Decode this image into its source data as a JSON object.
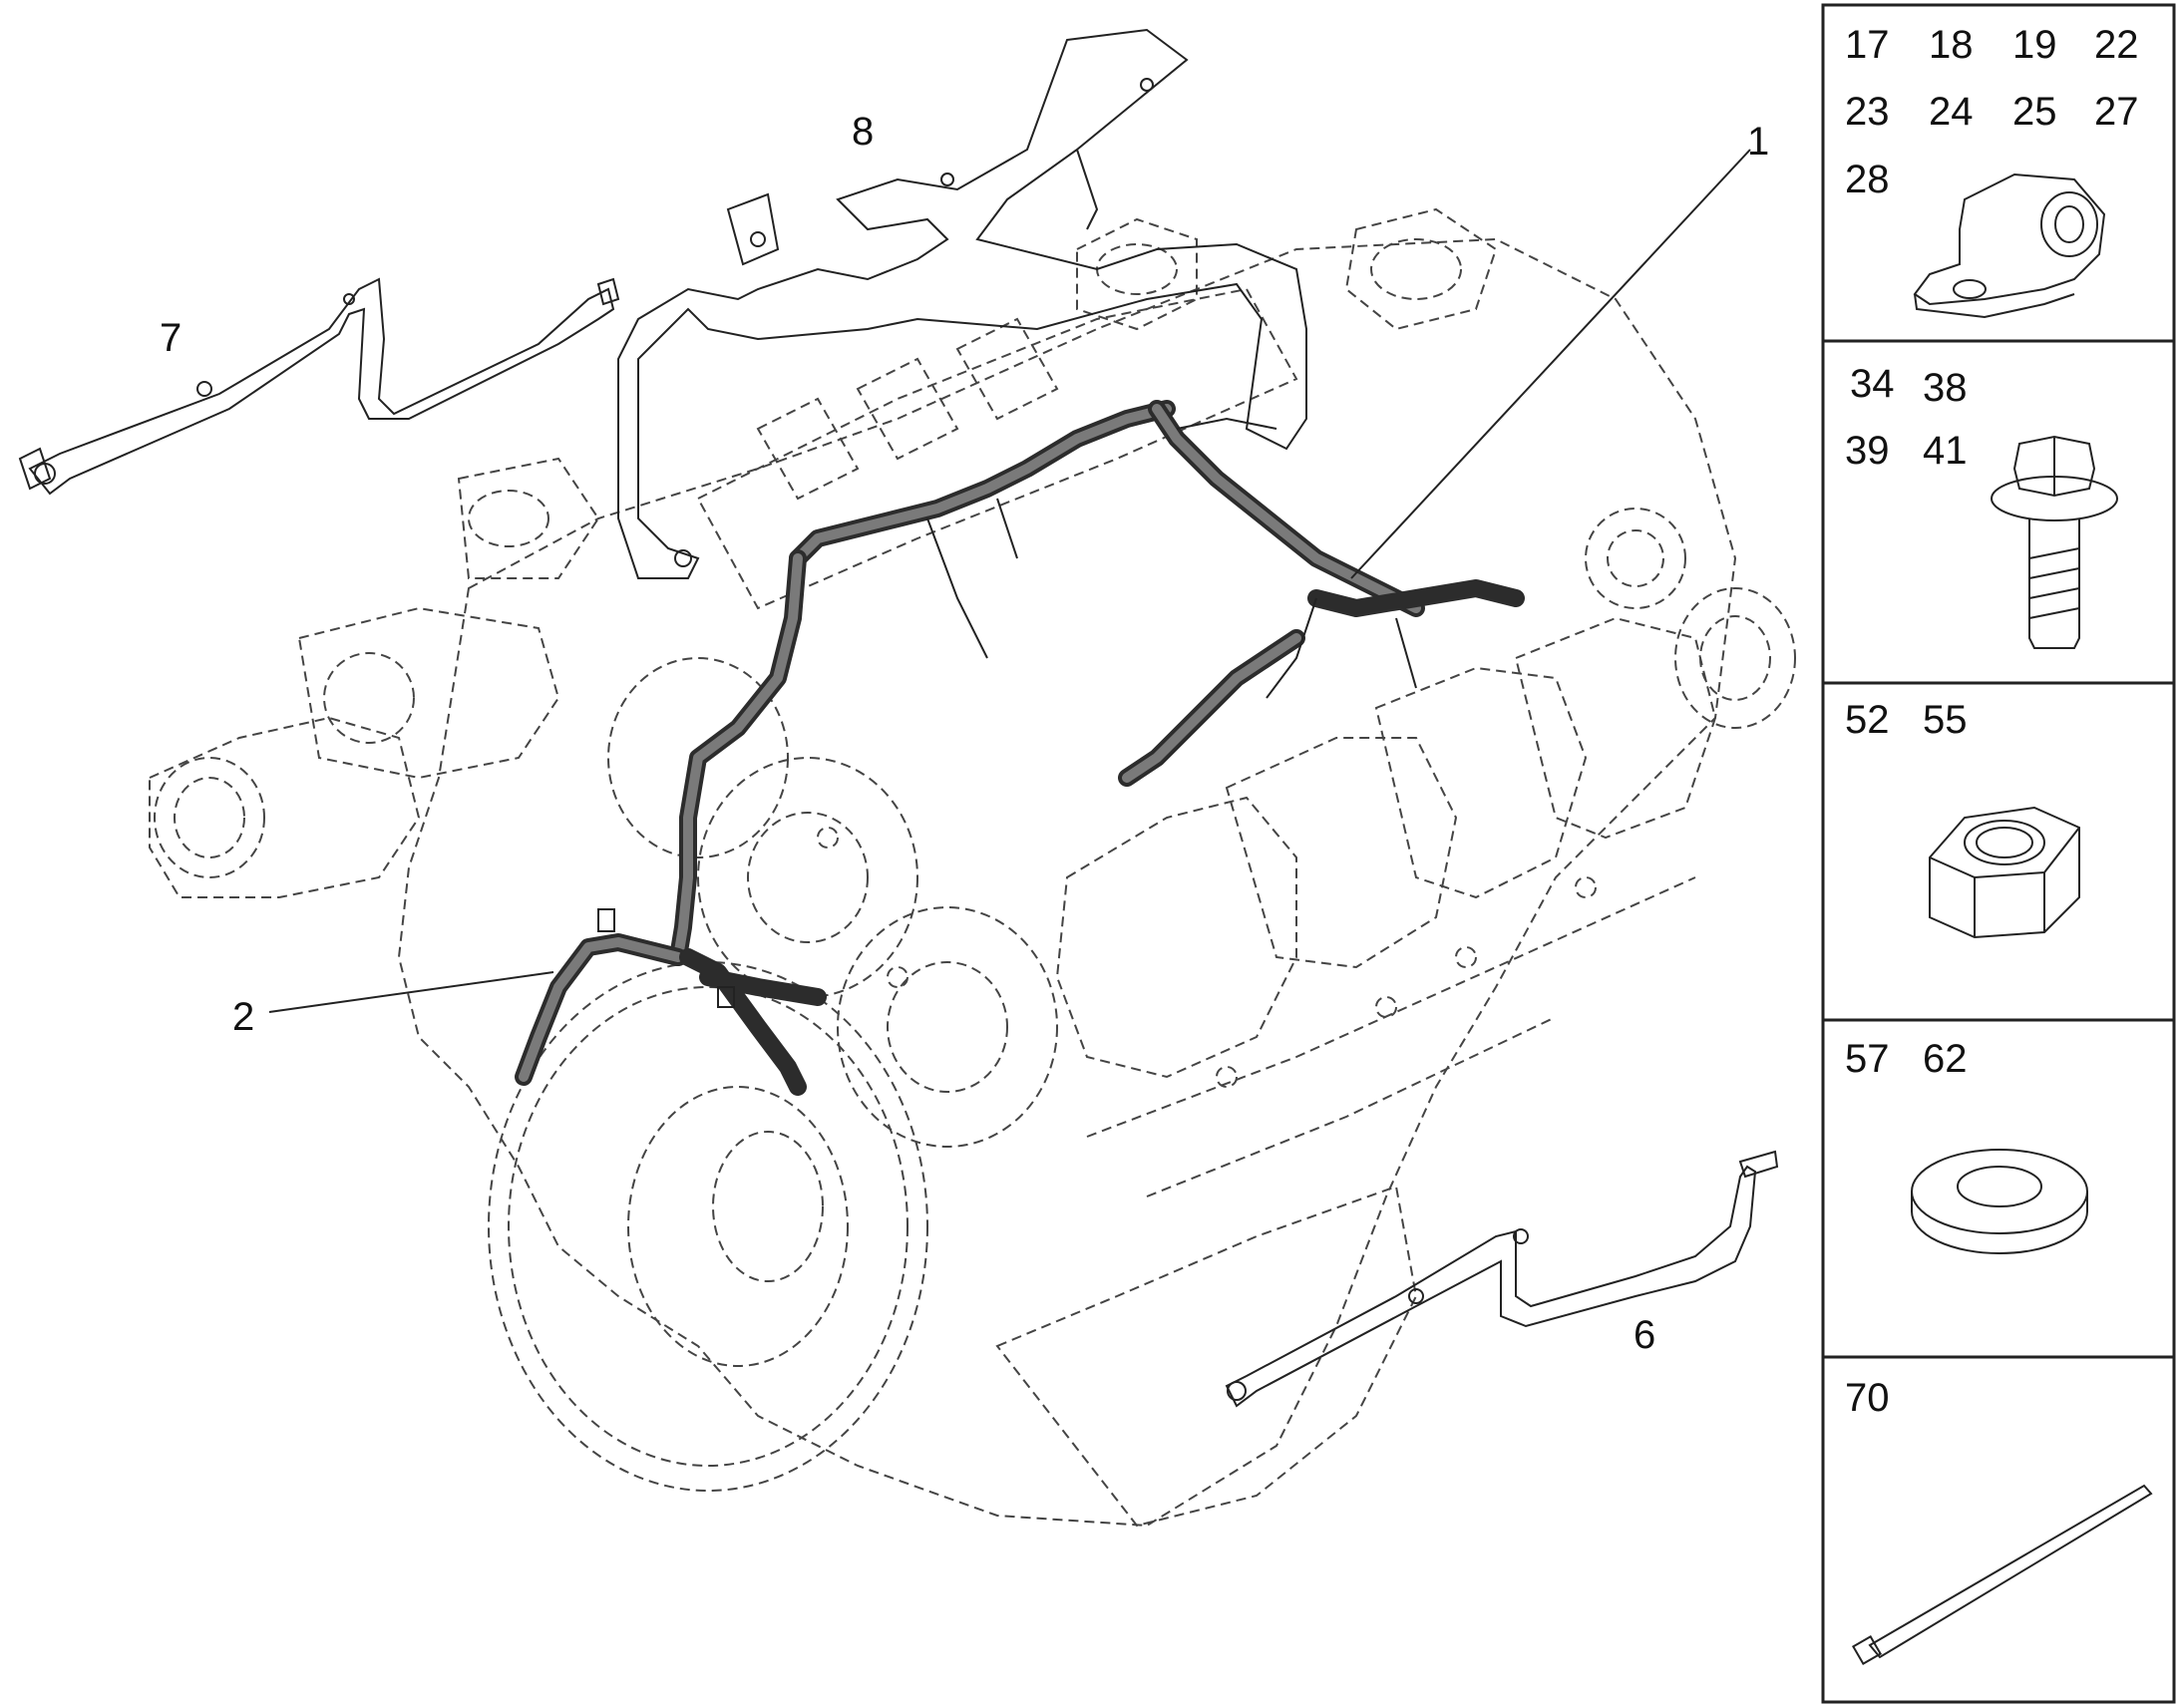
{
  "callouts": {
    "c1": "1",
    "c2": "2",
    "c6": "6",
    "c7": "7",
    "c8": "8"
  },
  "legend": [
    {
      "numbers": [
        "17",
        "18",
        "19",
        "22",
        "23",
        "24",
        "25",
        "27",
        "28"
      ],
      "icon": "p-clip-icon"
    },
    {
      "numbers": [
        "34",
        "38",
        "39",
        "41"
      ],
      "icon": "flange-bolt-icon"
    },
    {
      "numbers": [
        "52",
        "55"
      ],
      "icon": "hex-nut-icon"
    },
    {
      "numbers": [
        "57",
        "62"
      ],
      "icon": "washer-icon"
    },
    {
      "numbers": [
        "70"
      ],
      "icon": "cable-tie-icon"
    }
  ]
}
